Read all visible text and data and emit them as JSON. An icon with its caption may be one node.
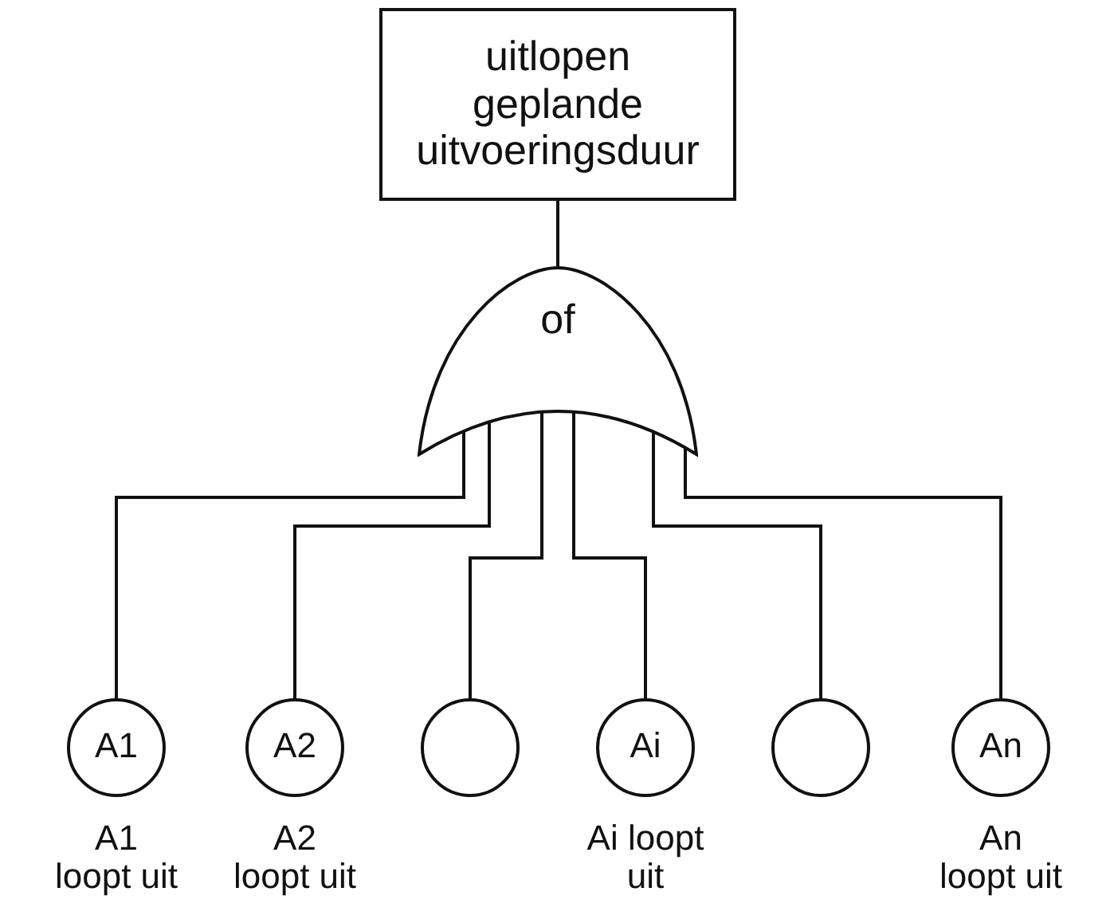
{
  "diagram": {
    "nodes": [
      {
        "text": [
          "uitlopen geplande uitvoeringsduur"
        ]
      },
      {
        "text": [
          "of"
        ]
      },
      {
        "text": [
          "A1"
        ],
        "beside": [
          "A1 loopt uit"
        ]
      },
      {
        "text": [
          "A2"
        ],
        "beside": [
          "A2 loopt uit"
        ]
      },
      {
        "text": [],
        "shape": "circle"
      },
      {
        "text": [
          "Ai"
        ],
        "beside": [
          "Ai loopt uit"
        ]
      },
      {
        "text": [],
        "shape": "circle"
      },
      {
        "text": [
          "An"
        ],
        "beside": [
          "An loopt uit"
        ]
      }
    ],
    "edges": [
      {
        "from": 1,
        "to": 0,
        "arrow": "none"
      },
      {
        "from": 2,
        "to": 1,
        "arrow": "none"
      },
      {
        "from": 3,
        "to": 1,
        "arrow": "none"
      },
      {
        "from": 4,
        "to": 1,
        "arrow": "none"
      },
      {
        "from": 5,
        "to": 1,
        "arrow": "none"
      },
      {
        "from": 6,
        "to": 1,
        "arrow": "none"
      },
      {
        "from": 7,
        "to": 1,
        "arrow": "none"
      }
    ]
  }
}
